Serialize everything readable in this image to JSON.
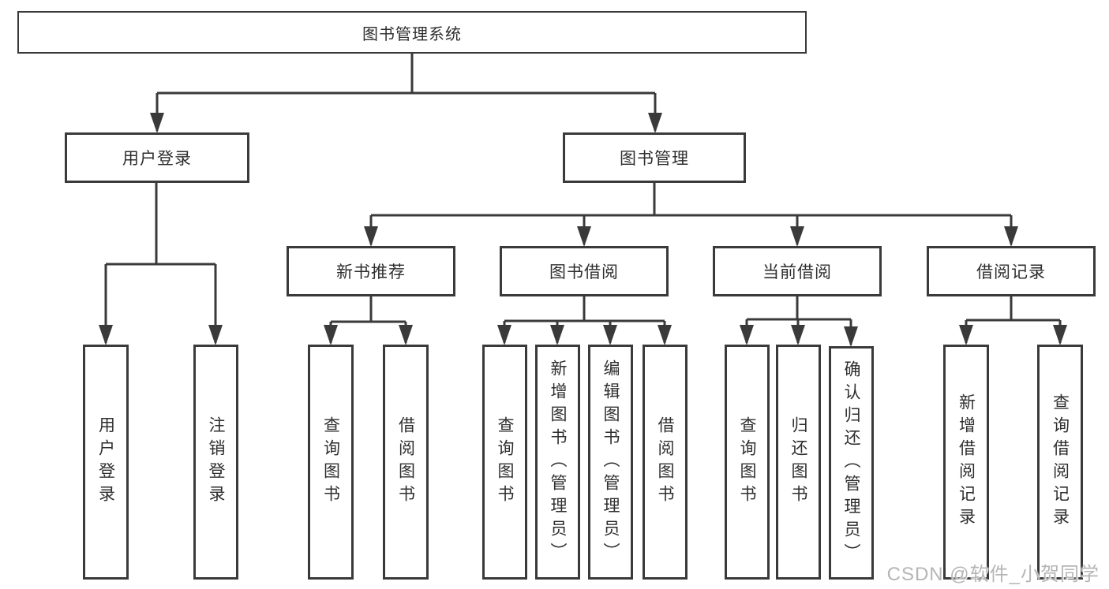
{
  "diagram": {
    "root": {
      "label": "图书管理系统"
    },
    "level2": {
      "user_login": {
        "label": "用户登录"
      },
      "book_mgmt": {
        "label": "图书管理"
      }
    },
    "level3": {
      "new_books": {
        "label": "新书推荐"
      },
      "book_borrow": {
        "label": "图书借阅"
      },
      "current_borrow": {
        "label": "当前借阅"
      },
      "borrow_records": {
        "label": "借阅记录"
      }
    },
    "leaves": {
      "user_login": [
        "用户登录",
        "注销登录"
      ],
      "new_books": [
        "查询图书",
        "借阅图书"
      ],
      "book_borrow": [
        "查询图书",
        "新增图书（管理员）",
        "编辑图书（管理员）",
        "借阅图书"
      ],
      "current_borrow": [
        "查询图书",
        "归还图书",
        "确认归还（管理员）"
      ],
      "borrow_records": [
        "新增借阅记录",
        "查询借阅记录"
      ]
    }
  },
  "watermark": "CSDN @软件_小贺同学",
  "colors": {
    "line": "#3a3a3a",
    "box_border": "#3a3a3a",
    "text": "#2e2e2e",
    "watermark": "#b5b5b5",
    "background": "#ffffff"
  }
}
